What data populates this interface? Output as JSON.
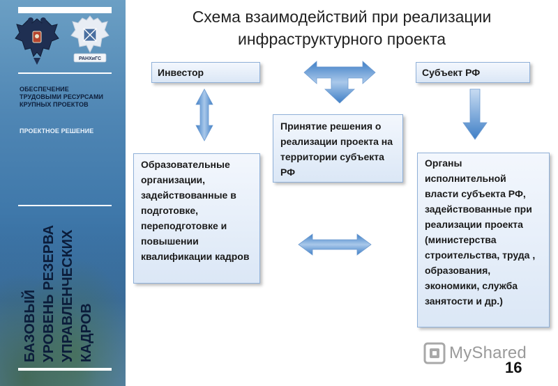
{
  "title_line1": "Схема взаимодействий при реализации",
  "title_line2": "инфраструктурного проекта",
  "sidebar": {
    "block1": "ОБЕСПЕЧЕНИЕ ТРУДОВЫМИ РЕСУРСАМИ КРУПНЫХ ПРОЕКТОВ",
    "block2": "ПРОЕКТНОЕ РЕШЕНИЕ",
    "vertical_lines": [
      "БАЗОВЫЙ",
      "УРОВЕНЬ РЕЗЕРВА",
      "УПРАВЛЕНЧЕСКИХ",
      "КАДРОВ"
    ],
    "emblem_right_text": "РАНХиГС"
  },
  "boxes": {
    "investor": "Инвестор",
    "subject": "Субъект РФ",
    "decision": "Принятие решения о реализации проекта на территории субъекта РФ",
    "education": "Образовательные организации, задействованные в подготовке, переподготовке и повышении квалификации кадров",
    "organs": "Органы исполнительной власти субъекта РФ, задействованные при реализации проекта (министерства строительства, труда , образования, экономики, служба занятости и др.)"
  },
  "colors": {
    "arrow_light": "#a9c8ea",
    "arrow_dark": "#3f7fc6",
    "box_border": "#8fb0d8",
    "sidebar": "#3f78aa"
  },
  "watermark": "MyShared",
  "page_number": "16"
}
